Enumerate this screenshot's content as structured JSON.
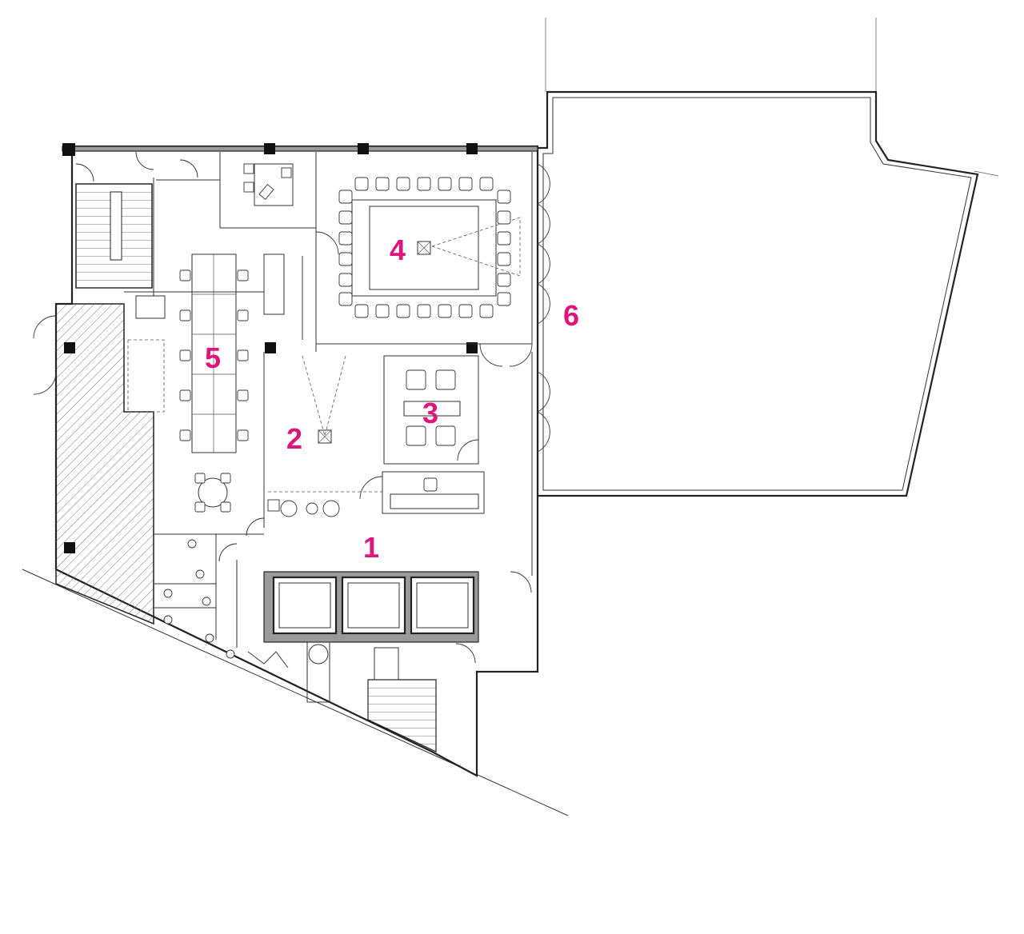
{
  "colors": {
    "room_label": "#e0157c",
    "line": "#222222",
    "hatch": "#777777",
    "column": "#111111"
  },
  "rooms": [
    {
      "id": "1",
      "label": "1"
    },
    {
      "id": "2",
      "label": "2"
    },
    {
      "id": "3",
      "label": "3"
    },
    {
      "id": "4",
      "label": "4"
    },
    {
      "id": "5",
      "label": "5"
    },
    {
      "id": "6",
      "label": "6"
    }
  ]
}
